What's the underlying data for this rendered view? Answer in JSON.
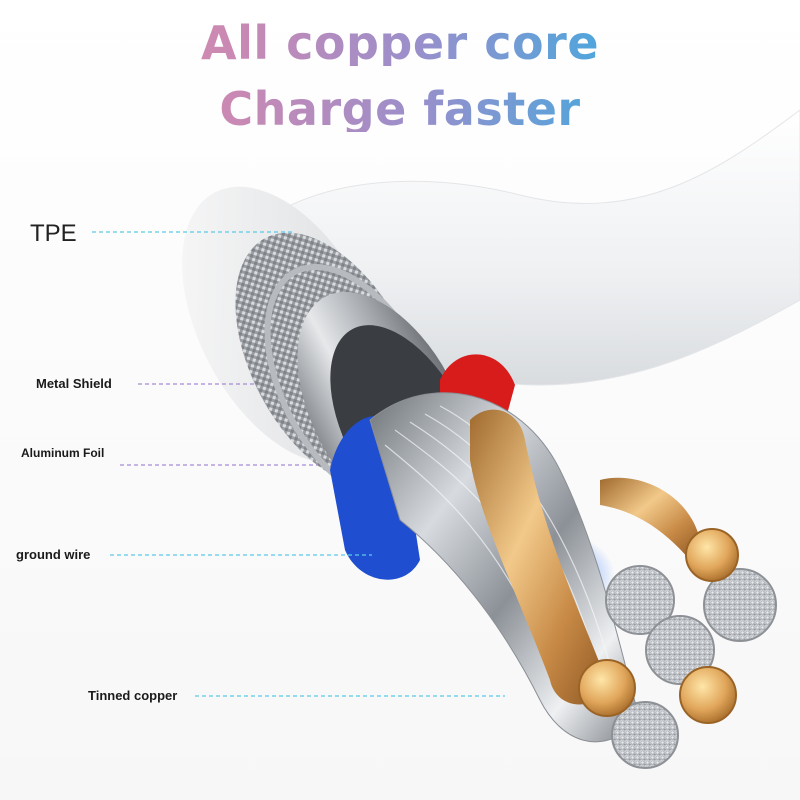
{
  "headline": {
    "line1": "All copper core",
    "line2": "Charge faster"
  },
  "labels": {
    "tpe": "TPE",
    "metal_shield": "Metal Shield",
    "aluminum_foil": "Aluminum Foil",
    "ground_wire": "ground wire",
    "tinned_copper": "Tinned copper"
  },
  "colors": {
    "gradient_start": "#ef8fa0",
    "gradient_end": "#2bb0e6",
    "red_wire": "#d81c1c",
    "blue_wire": "#1f4fd0",
    "copper": "#d9a25c",
    "tinned": "#c9ccd1"
  }
}
